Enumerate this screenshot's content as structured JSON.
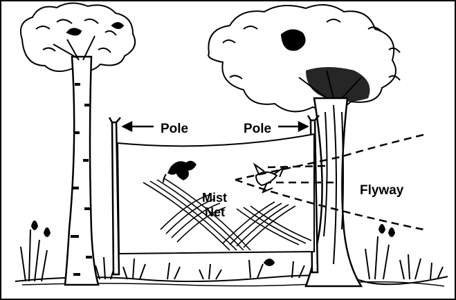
{
  "labels": {
    "pole_left": "Pole",
    "pole_right": "Pole",
    "net_line1": "Mist",
    "net_line2": "Net",
    "flyway": "Flyway"
  },
  "colors": {
    "ink": "#000000",
    "paper": "#ffffff"
  }
}
